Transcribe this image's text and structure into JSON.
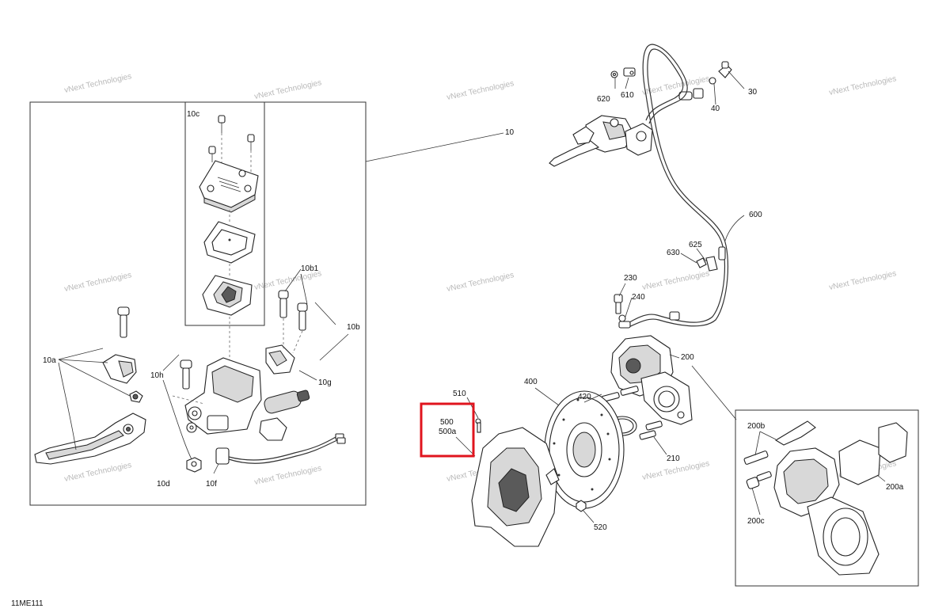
{
  "diagram_id": "11ME111",
  "watermark": "vNext Technologies",
  "highlight_color": "#e0141e",
  "labels": {
    "p10": "10",
    "p10a": "10a",
    "p10b": "10b",
    "p10b1": "10b1",
    "p10c": "10c",
    "p10d": "10d",
    "p10f": "10f",
    "p10g": "10g",
    "p10h": "10h",
    "p30": "30",
    "p40": "40",
    "p200": "200",
    "p200a": "200a",
    "p200b": "200b",
    "p200c": "200c",
    "p210": "210",
    "p230": "230",
    "p240": "240",
    "p400": "400",
    "p420": "420",
    "p500": "500",
    "p500a": "500a",
    "p510": "510",
    "p520": "520",
    "p600": "600",
    "p610": "610",
    "p620": "620",
    "p625": "625",
    "p630": "630"
  }
}
